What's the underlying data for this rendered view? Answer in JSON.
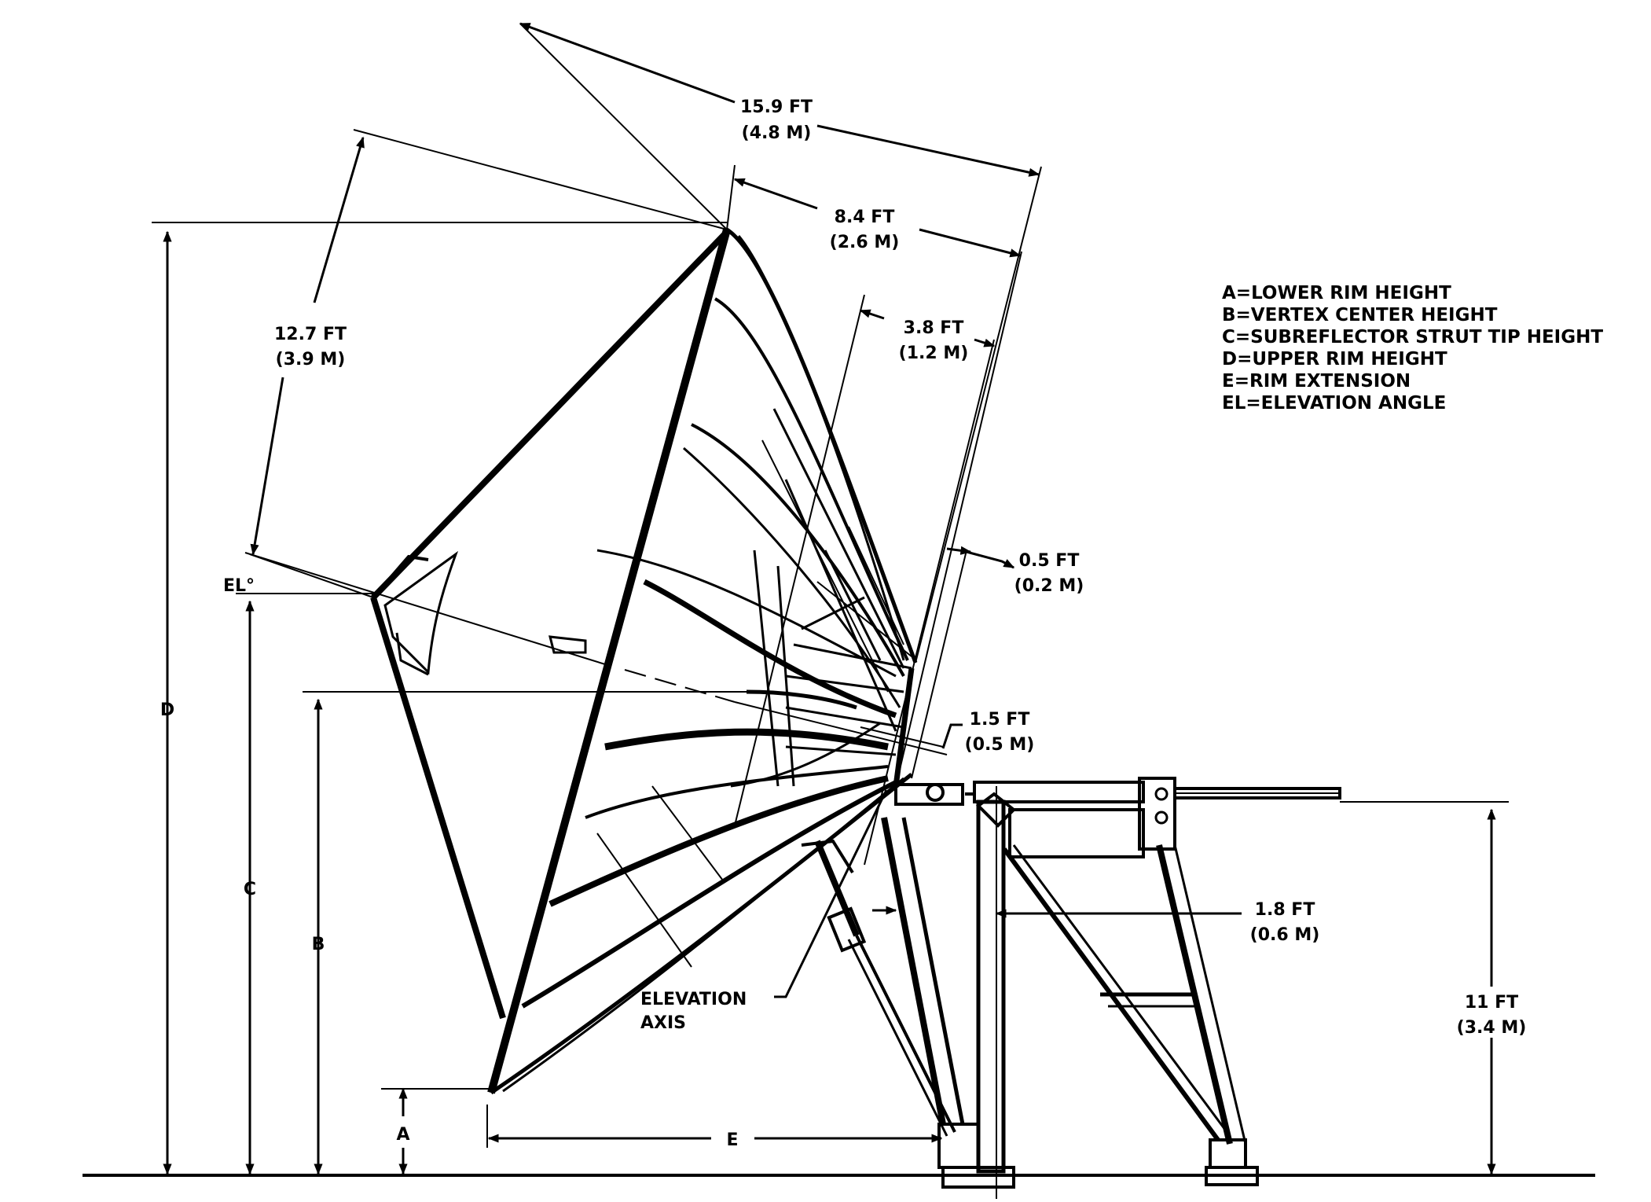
{
  "dimensions": {
    "diameter": {
      "ft": "15.9 FT",
      "m": "(4.8 M)"
    },
    "focal": {
      "ft": "8.4 FT",
      "m": "(2.6 M)"
    },
    "strut": {
      "ft": "12.7 FT",
      "m": "(3.9 M)"
    },
    "depth": {
      "ft": "3.8 FT",
      "m": "(1.2 M)"
    },
    "rim_offset": {
      "ft": "0.5 FT",
      "m": "(0.2 M)"
    },
    "vertex_offset": {
      "ft": "1.5 FT",
      "m": "(0.5 M)"
    },
    "pedestal_offset": {
      "ft": "1.8 FT",
      "m": "(0.6 M)"
    },
    "axis_height": {
      "ft": "11 FT",
      "m": "(3.4 M)"
    }
  },
  "letters": {
    "a": "A",
    "b": "B",
    "c": "C",
    "d": "D",
    "e": "E",
    "el": "EL°"
  },
  "elevation_axis": {
    "line1": "ELEVATION",
    "line2": "AXIS"
  },
  "legend": [
    "A=LOWER RIM HEIGHT",
    "B=VERTEX CENTER HEIGHT",
    "C=SUBREFLECTOR STRUT TIP HEIGHT",
    "D=UPPER RIM HEIGHT",
    "E=RIM EXTENSION",
    "EL=ELEVATION ANGLE"
  ]
}
